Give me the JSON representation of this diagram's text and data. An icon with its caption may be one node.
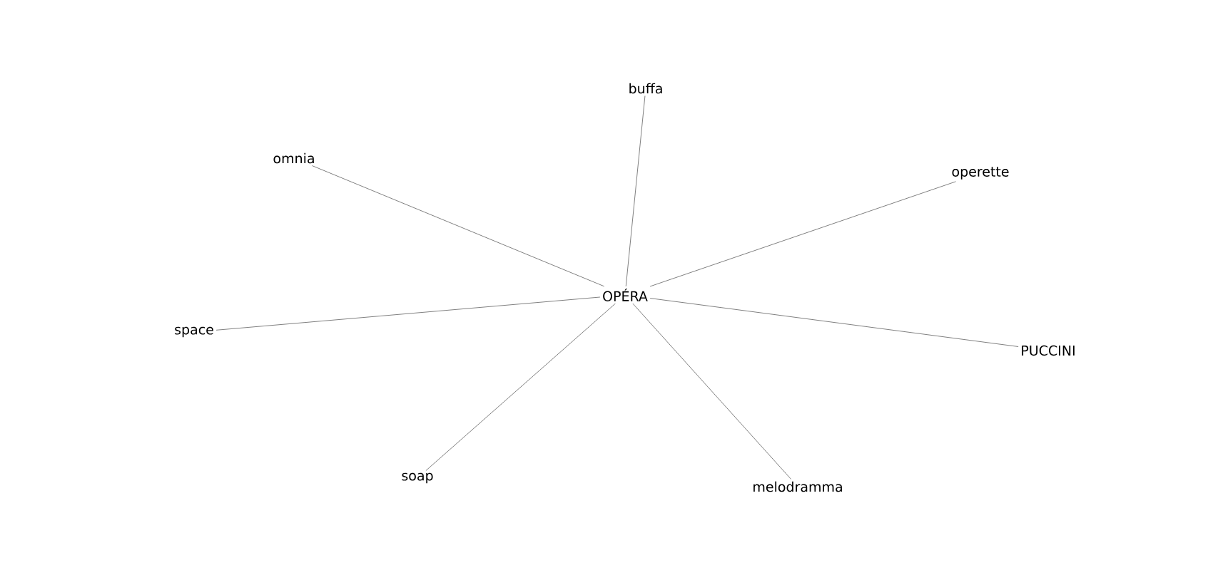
{
  "diagram": {
    "nodes": [
      {
        "text": [
          "buffa"
        ]
      },
      {
        "text": [
          "omnia"
        ]
      },
      {
        "text": [
          "operette"
        ]
      },
      {
        "text": [
          "OPÉRA"
        ]
      },
      {
        "text": [
          "space"
        ]
      },
      {
        "text": [
          "PUCCINI"
        ]
      },
      {
        "text": [
          "soap"
        ]
      },
      {
        "text": [
          "melodramma"
        ]
      }
    ],
    "edges": [
      {
        "from": 3,
        "to": 0,
        "arrow": "none"
      },
      {
        "from": 3,
        "to": 1,
        "arrow": "none"
      },
      {
        "from": 3,
        "to": 2,
        "arrow": "none"
      },
      {
        "from": 3,
        "to": 4,
        "arrow": "none"
      },
      {
        "from": 3,
        "to": 5,
        "arrow": "none"
      },
      {
        "from": 3,
        "to": 6,
        "arrow": "none"
      },
      {
        "from": 3,
        "to": 7,
        "arrow": "none"
      }
    ]
  }
}
